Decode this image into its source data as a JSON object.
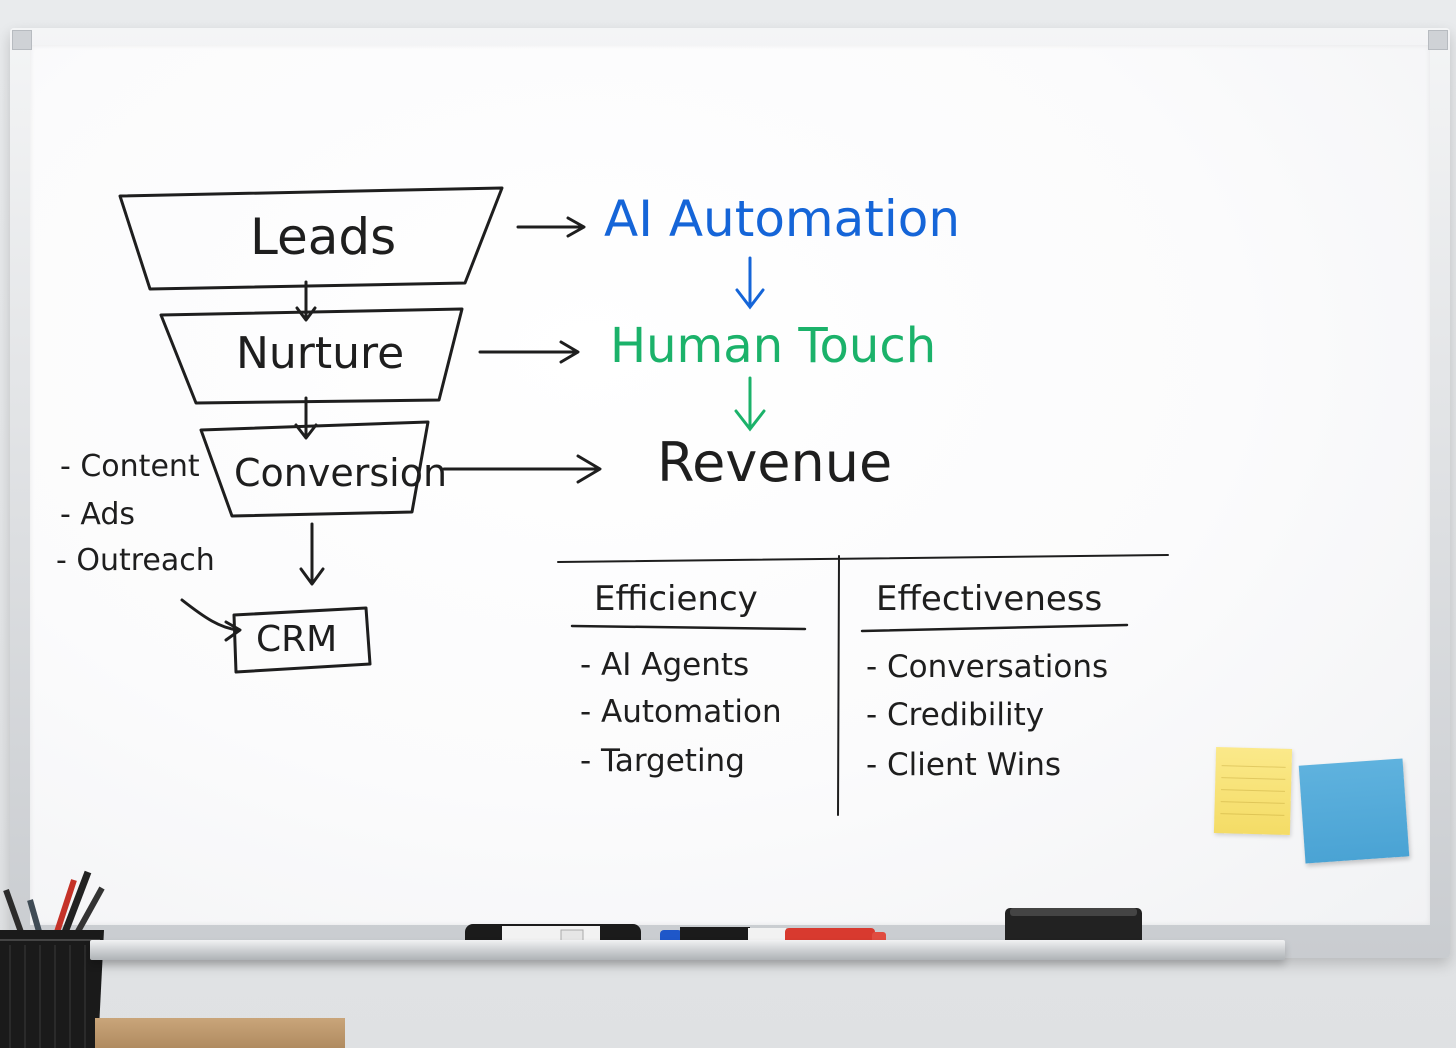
{
  "funnel": {
    "stage1": "Leads",
    "stage2": "Nurture",
    "stage3": "Conversion",
    "crm": "CRM",
    "sources": [
      "- Content",
      "- Ads",
      "- Outreach"
    ]
  },
  "flow": {
    "step1": "AI Automation",
    "step2": "Human Touch",
    "step3": "Revenue"
  },
  "table": {
    "left_header": "Efficiency",
    "left_items": [
      "- AI Agents",
      "- Automation",
      "- Targeting"
    ],
    "right_header": "Effectiveness",
    "right_items": [
      "- Conversations",
      "- Credibility",
      "- Client Wins"
    ]
  },
  "colors": {
    "ink_black": "#1e1e1e",
    "ink_blue": "#1565d8",
    "ink_green": "#1bb26a",
    "note_yellow": "#f4dc66",
    "note_blue": "#4aa3d4"
  }
}
